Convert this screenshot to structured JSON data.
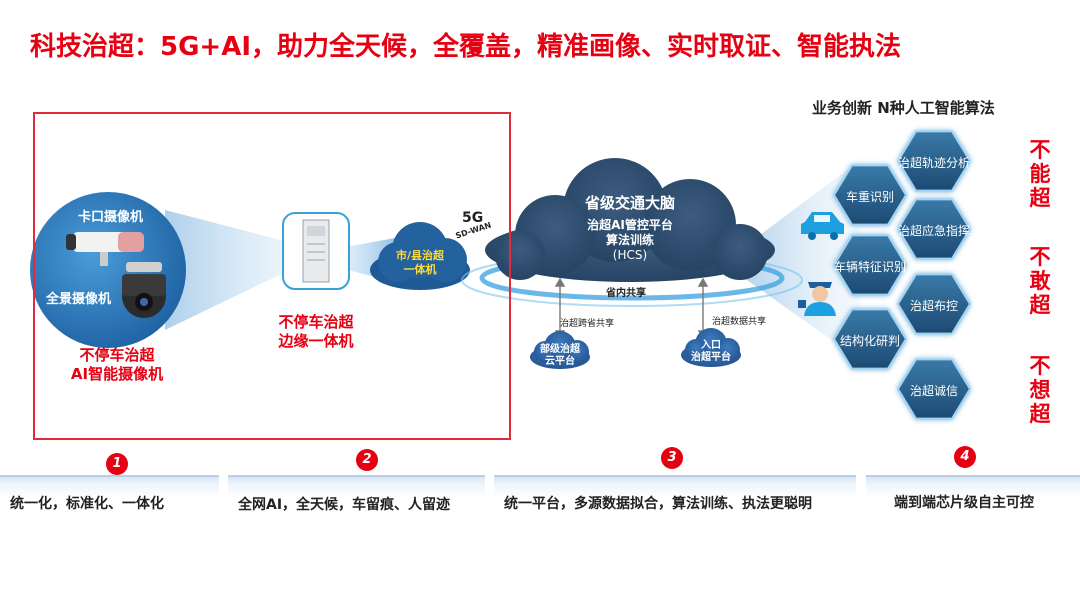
{
  "title": "科技治超：5G+AI，助力全天候，全覆盖，精准画像、实时取证、智能执法",
  "left_panel": {
    "camera_top": "卡口摄像机",
    "camera_bottom": "全景摄像机",
    "camera_caption_line1": "不停车治超",
    "camera_caption_line2": "AI智能摄像机",
    "edge_caption_line1": "不停车治超",
    "edge_caption_line2": "边缘一体机"
  },
  "network": {
    "label_5g": "5G",
    "label_sdwan": "SD-WAN",
    "city_cloud_line1": "市/县治超",
    "city_cloud_line2": "一体机"
  },
  "brain": {
    "title": "省级交通大脑",
    "line1": "治超AI管控平台",
    "line2": "算法训练",
    "line3": "(HCS)",
    "share_label": "省内共享",
    "link_left": "治超跨省共享",
    "link_right": "治超数据共享",
    "ministry_line1": "部级治超",
    "ministry_line2": "云平台",
    "entry_line1": "入口",
    "entry_line2": "治超平台"
  },
  "business": {
    "title": "业务创新 N种人工智能算法",
    "hexes": [
      "治超轨迹分析",
      "车重识别",
      "治超应急指挥",
      "车辆特征识别",
      "治超布控",
      "结构化研判",
      "治超诚信"
    ]
  },
  "slogans": [
    [
      "不",
      "能",
      "超"
    ],
    [
      "不",
      "敢",
      "超"
    ],
    [
      "不",
      "想",
      "超"
    ]
  ],
  "steps": [
    "1",
    "2",
    "3",
    "4"
  ],
  "bottom_cards": [
    "统一化，标准化、一体化",
    "全网AI，全天候，车留痕、人留迹",
    "统一平台，多源数据拟合，算法训练、执法更聪明",
    "端到端芯片级自主可控"
  ],
  "colors": {
    "accent_red": "#e60012",
    "cloud_dark": "#2e4a6b",
    "beam_blue": "#bcd8ef",
    "hex_blue": "#2a5d86"
  },
  "icons": [
    "bullet-camera-icon",
    "dome-camera-icon",
    "edge-server-icon",
    "car-icon",
    "traffic-officer-icon"
  ]
}
